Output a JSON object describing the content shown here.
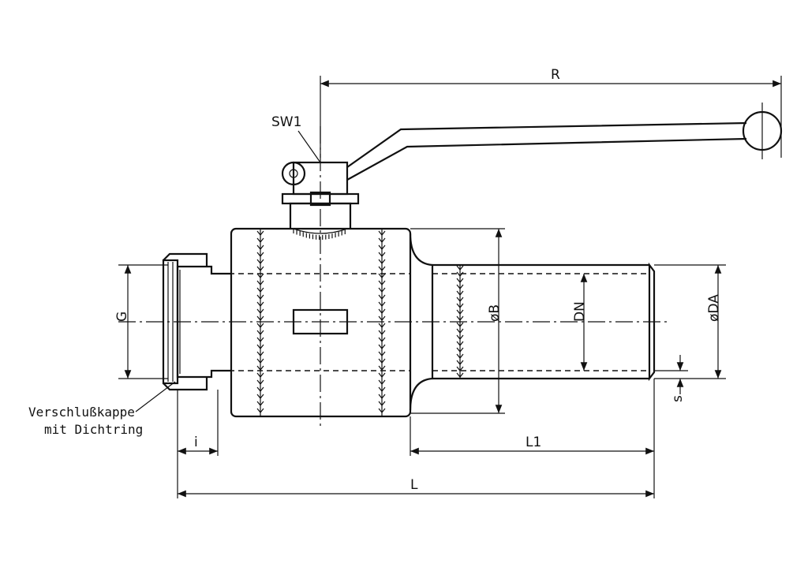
{
  "labels": {
    "R": "R",
    "SW1": "SW1",
    "G": "G",
    "B": "øB",
    "DN": "DN",
    "DA": "øDA",
    "s": "s",
    "i": "i",
    "L1": "L1",
    "L": "L"
  },
  "note": {
    "line1": "Verschlußkappe",
    "line2": "mit Dichtring"
  }
}
